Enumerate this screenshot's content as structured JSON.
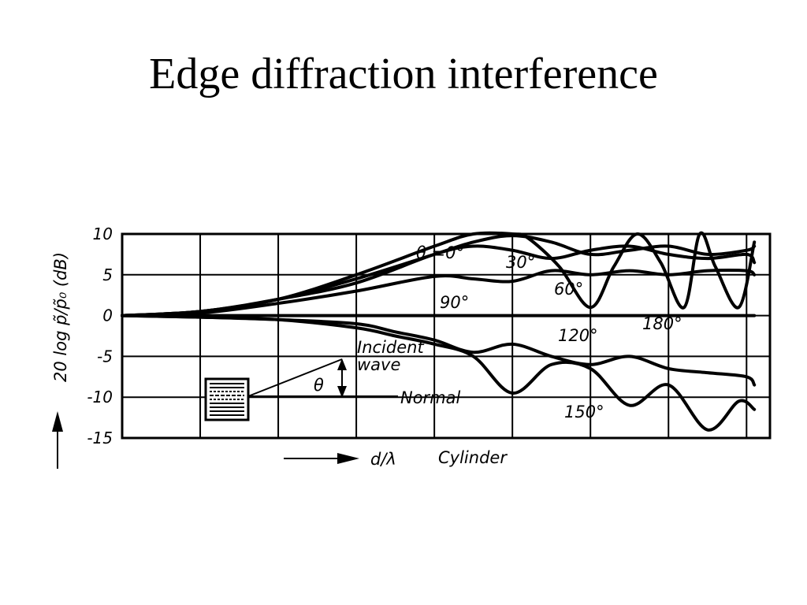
{
  "slide": {
    "title": "Edge diffraction interference"
  },
  "chart_data": {
    "type": "line",
    "title": "",
    "xlabel": "d/λ",
    "ylabel": "20 log p̃/p̃₀ (dB)",
    "x_caption": "Cylinder",
    "ylim": [
      -15,
      10
    ],
    "yticks": [
      "10",
      "5",
      "0",
      "-5",
      "-10",
      "-15"
    ],
    "ytick_values": [
      10,
      5,
      0,
      -5,
      -10,
      -15
    ],
    "xlim": [
      0,
      8.3
    ],
    "grid": true,
    "series": [
      {
        "name": "θ =0°",
        "x": [
          0,
          1,
          2,
          3,
          4,
          4.5,
          5,
          5.2,
          5.6,
          6,
          6.3,
          6.6,
          6.9,
          7.2,
          7.4,
          7.6,
          7.9,
          8.1
        ],
        "y": [
          0,
          0.5,
          2,
          5,
          8.5,
          10,
          10,
          9.5,
          6,
          1,
          6,
          10,
          6.5,
          1,
          10,
          6,
          1,
          9
        ]
      },
      {
        "name": "30°",
        "x": [
          0,
          1,
          2,
          3,
          4,
          4.5,
          5,
          5.5,
          6,
          6.5,
          7,
          7.5,
          8,
          8.1
        ],
        "y": [
          0,
          0.5,
          2,
          4.5,
          7.5,
          9,
          9.8,
          9,
          7.5,
          8,
          8.5,
          7.5,
          8,
          8.5
        ]
      },
      {
        "name": "60°",
        "x": [
          0,
          1,
          2,
          3,
          4,
          4.5,
          5,
          5.5,
          6,
          6.5,
          7,
          7.5,
          8,
          8.1
        ],
        "y": [
          0,
          0.5,
          2,
          4,
          7.5,
          8.5,
          8,
          7,
          8,
          8.5,
          7.5,
          7,
          7.5,
          6.5
        ]
      },
      {
        "name": "90°",
        "x": [
          0,
          1,
          2,
          3,
          4,
          4.5,
          5,
          5.5,
          6,
          6.5,
          7,
          7.5,
          8,
          8.1
        ],
        "y": [
          0,
          0.3,
          1.5,
          3,
          4.8,
          4.5,
          4.2,
          5.5,
          5,
          5.5,
          5,
          5.5,
          5.5,
          5
        ]
      },
      {
        "name": "120°",
        "x": [
          0,
          1,
          2,
          3,
          3.5,
          4,
          4.5,
          5,
          5.5,
          6,
          6.5,
          7,
          7.5,
          8,
          8.1
        ],
        "y": [
          0,
          -0.2,
          -0.5,
          -1,
          -2,
          -3,
          -4.5,
          -3.5,
          -5,
          -6,
          -5,
          -6.5,
          -7,
          -7.5,
          -8.5
        ]
      },
      {
        "name": "150°",
        "x": [
          0,
          1,
          2,
          3,
          3.5,
          4,
          4.5,
          5,
          5.5,
          6,
          6.5,
          7,
          7.5,
          7.9,
          8.1
        ],
        "y": [
          0,
          -0.2,
          -0.5,
          -1.5,
          -2.5,
          -3.5,
          -5,
          -9.5,
          -6,
          -6.5,
          -11,
          -8.5,
          -14,
          -10.5,
          -11.5
        ]
      },
      {
        "name": "180°",
        "x": [
          0,
          8.1
        ],
        "y": [
          0,
          0
        ]
      }
    ],
    "annotations": {
      "incident_wave": [
        "Incident",
        "wave"
      ],
      "theta": "θ",
      "normal": "Normal"
    }
  }
}
